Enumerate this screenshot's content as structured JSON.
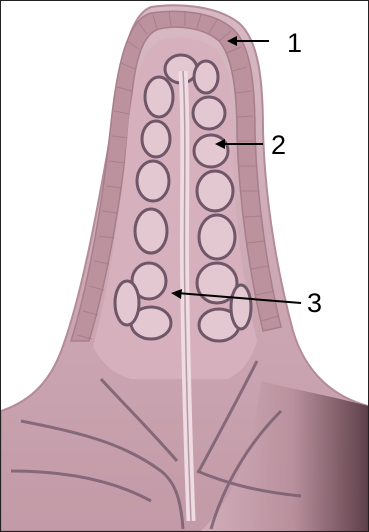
{
  "figure": {
    "labels": [
      {
        "id": "1",
        "text": "1"
      },
      {
        "id": "2",
        "text": "2"
      },
      {
        "id": "3",
        "text": "3"
      }
    ],
    "colors": {
      "tissue_outer": "#c89aa7",
      "tissue_epithelium": "#b88d9c",
      "tissue_inner": "#d8b3bf",
      "cell_fill": "#e2c6cf",
      "cell_border": "#6f5668",
      "base_dark": "#5a3b46",
      "arrow": "#000000"
    }
  }
}
